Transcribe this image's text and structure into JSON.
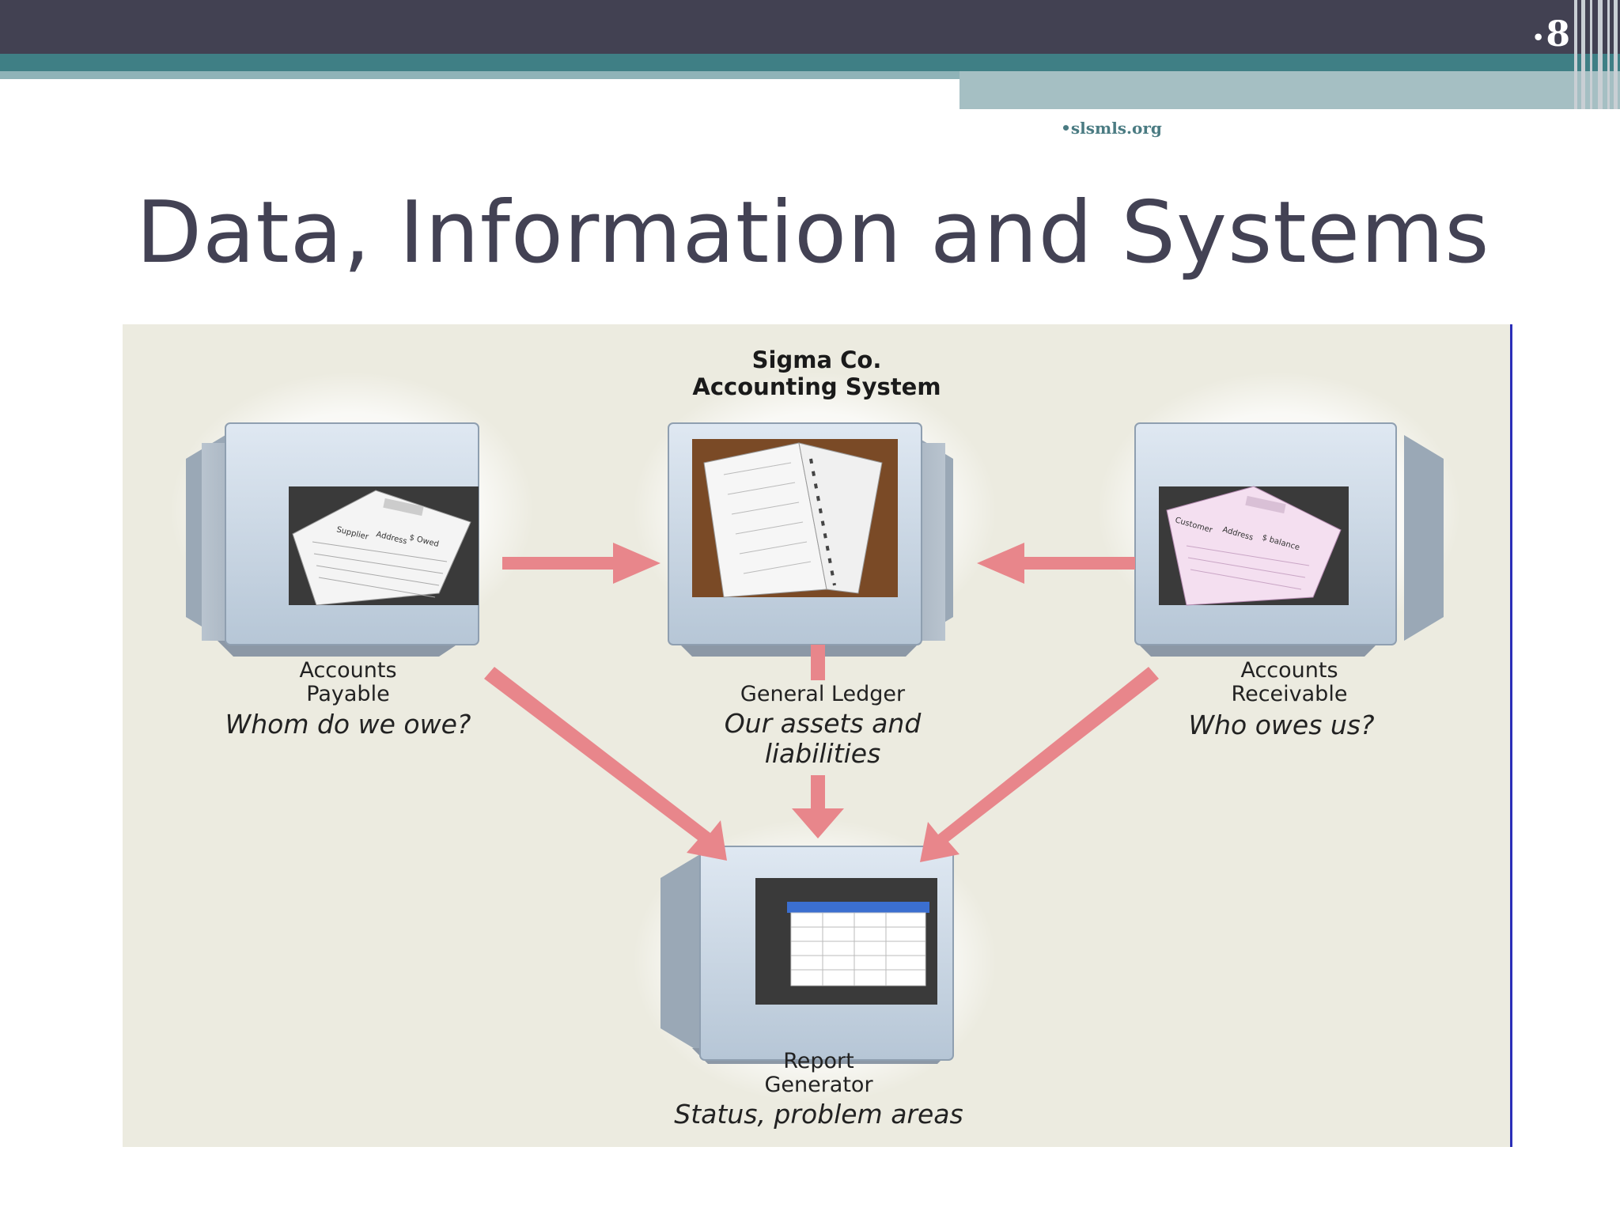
{
  "slide": {
    "number": "8",
    "website": "•slsmls.org",
    "title": "Data, Information and Systems"
  },
  "diagram": {
    "title_line1": "Sigma Co.",
    "title_line2": "Accounting System",
    "nodes": [
      {
        "id": "ap",
        "label_line1": "Accounts",
        "label_line2": "Payable",
        "question": "Whom do we owe?"
      },
      {
        "id": "gl",
        "label_line1": "General Ledger",
        "question_line1": "Our assets and",
        "question_line2": "liabilities"
      },
      {
        "id": "ar",
        "label_line1": "Accounts",
        "label_line2": "Receivable",
        "question": "Who owes us?"
      },
      {
        "id": "rg",
        "label_line1": "Report",
        "label_line2": "Generator",
        "question": "Status, problem areas"
      }
    ],
    "screen_columns": {
      "ap": [
        "Supplier",
        "Address",
        "$ Owed"
      ],
      "ar": [
        "Customer",
        "Address",
        "$ balance"
      ]
    }
  },
  "colors": {
    "header_bar": "#424152",
    "teal": "#3f7f85",
    "arrow": "#e8868b",
    "diagram_bg": "#ecebe0",
    "title": "#434254"
  }
}
